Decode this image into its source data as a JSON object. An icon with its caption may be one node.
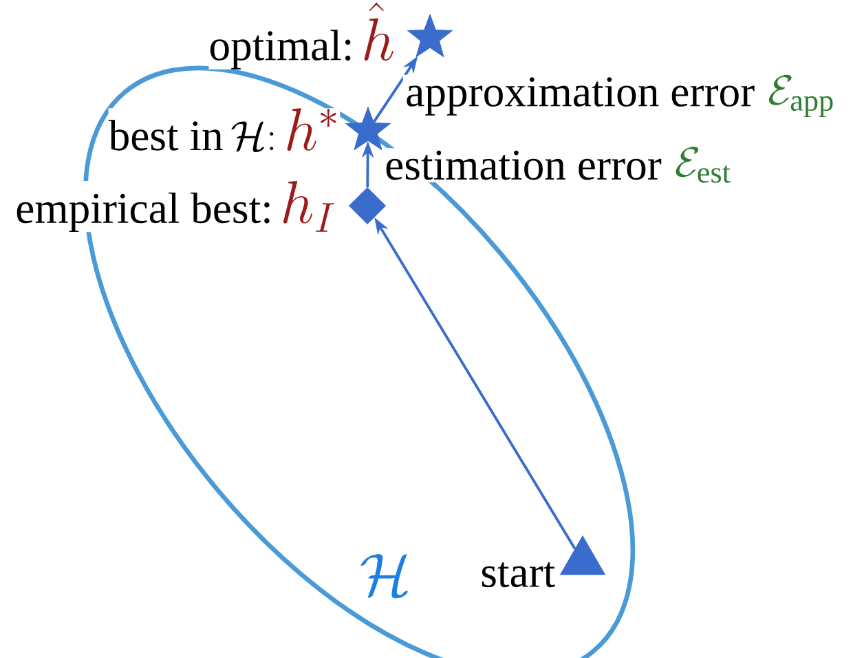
{
  "diagram": {
    "nodes": [
      {
        "text": [
          "\\mathcal{H}"
        ]
      },
      {
        "text": [],
        "shape": "star",
        "beside": [
          "optimal:",
          "\\hat{h}"
        ]
      },
      {
        "text": [],
        "shape": "star",
        "beside": [
          "best in",
          "\\mathcal{H}{:}",
          "h^*"
        ]
      },
      {
        "text": [],
        "shape": "diamond",
        "in": 0,
        "beside": [
          "empirical best:",
          "h_I"
        ]
      },
      {
        "text": [],
        "shape": "triangle",
        "in": 0,
        "beside": [
          "start"
        ]
      }
    ],
    "edges": [
      {
        "from": 4,
        "to": 3,
        "arrow": "to"
      },
      {
        "from": 3,
        "to": 2,
        "arrow": "to",
        "label": "estimation error"
      },
      {
        "from": 2,
        "to": 1,
        "arrow": "to",
        "label": "approximation error"
      }
    ],
    "labels": [
      "\\mathcal{E}_{\\mathrm{est}}",
      "\\mathcal{E}_{\\mathrm{app}}"
    ]
  }
}
